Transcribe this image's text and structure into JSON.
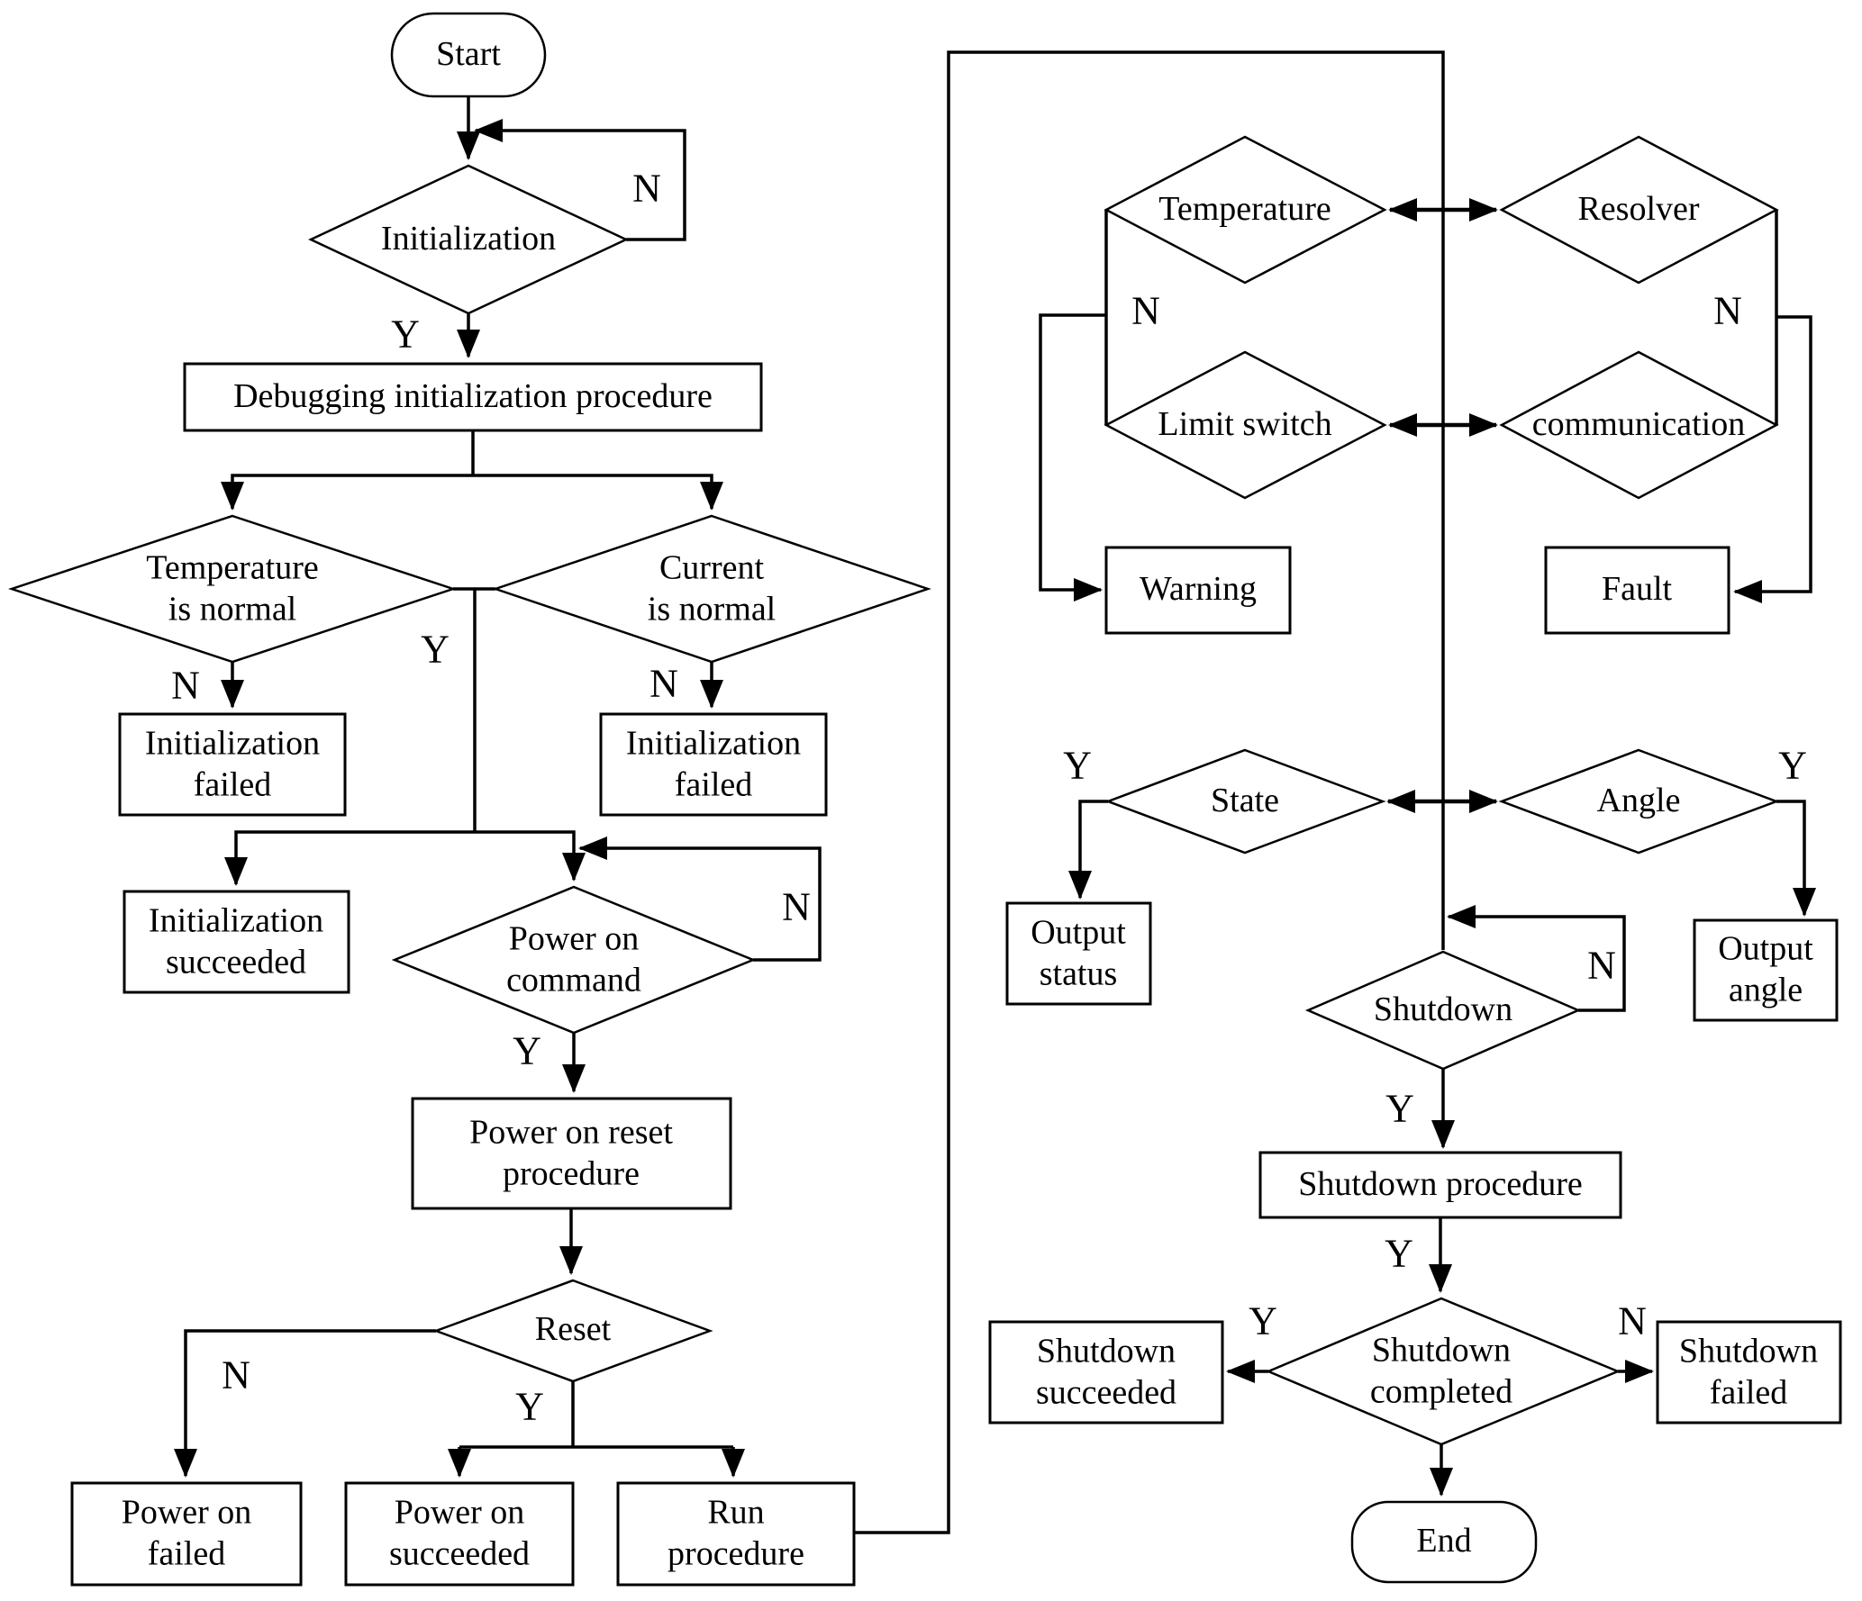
{
  "colors": {
    "line": "#000000",
    "background": "#ffffff",
    "text": "#000000"
  },
  "nodes": {
    "start": {
      "type": "terminator",
      "label": "Start"
    },
    "initialization": {
      "type": "decision",
      "label": "Initialization"
    },
    "debugging": {
      "type": "process",
      "label": "Debugging initialization procedure"
    },
    "temperature_normal": {
      "type": "decision",
      "label": "Temperature\nis normal"
    },
    "current_normal": {
      "type": "decision",
      "label": "Current\nis normal"
    },
    "init_failed_left": {
      "type": "process",
      "label": "Initialization\nfailed"
    },
    "init_failed_right": {
      "type": "process",
      "label": "Initialization\nfailed"
    },
    "init_succeeded": {
      "type": "process",
      "label": "Initialization\nsucceeded"
    },
    "power_on_command": {
      "type": "decision",
      "label": "Power on\ncommand"
    },
    "power_on_reset": {
      "type": "process",
      "label": "Power on reset\nprocedure"
    },
    "reset": {
      "type": "decision",
      "label": "Reset"
    },
    "power_on_failed": {
      "type": "process",
      "label": "Power on\nfailed"
    },
    "power_on_succeeded": {
      "type": "process",
      "label": "Power on\nsucceeded"
    },
    "run_procedure": {
      "type": "process",
      "label": "Run\nprocedure"
    },
    "temperature_check": {
      "type": "decision",
      "label": "Temperature"
    },
    "resolver_check": {
      "type": "decision",
      "label": "Resolver"
    },
    "limit_switch_check": {
      "type": "decision",
      "label": "Limit switch"
    },
    "communication_check": {
      "type": "decision",
      "label": "communication"
    },
    "warning": {
      "type": "process",
      "label": "Warning"
    },
    "fault": {
      "type": "process",
      "label": "Fault"
    },
    "state_check": {
      "type": "decision",
      "label": "State"
    },
    "angle_check": {
      "type": "decision",
      "label": "Angle"
    },
    "output_status": {
      "type": "process",
      "label": "Output\nstatus"
    },
    "output_angle": {
      "type": "process",
      "label": "Output\nangle"
    },
    "shutdown": {
      "type": "decision",
      "label": "Shutdown"
    },
    "shutdown_procedure": {
      "type": "process",
      "label": "Shutdown procedure"
    },
    "shutdown_completed": {
      "type": "decision",
      "label": "Shutdown\ncompleted"
    },
    "shutdown_succeeded": {
      "type": "process",
      "label": "Shutdown\nsucceeded"
    },
    "shutdown_failed": {
      "type": "process",
      "label": "Shutdown\nfailed"
    },
    "end": {
      "type": "terminator",
      "label": "End"
    }
  },
  "edge_labels": {
    "init_loop_n": "N",
    "init_y": "Y",
    "temp_n": "N",
    "middle_y": "Y",
    "current_n": "N",
    "power_on_loop_n": "N",
    "power_on_y": "Y",
    "reset_n": "N",
    "reset_y": "Y",
    "monitor_left_n": "N",
    "monitor_right_n": "N",
    "state_y": "Y",
    "angle_y": "Y",
    "shutdown_loop_n": "N",
    "shutdown_y": "Y",
    "shutdown_procedure_y": "Y",
    "completed_y": "Y",
    "completed_n": "N"
  }
}
